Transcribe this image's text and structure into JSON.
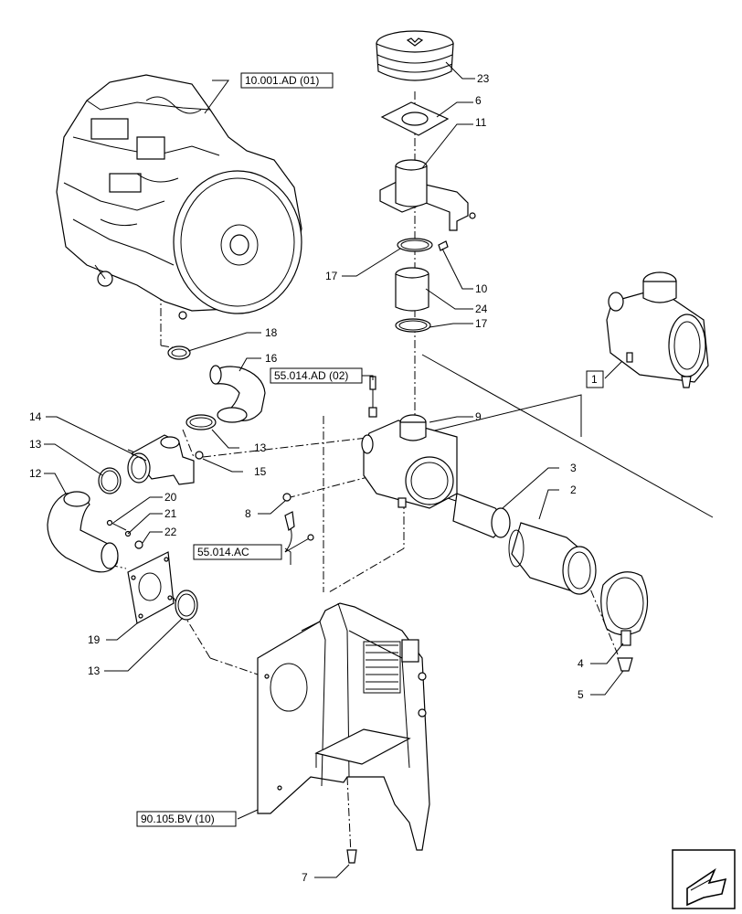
{
  "callouts": {
    "c23": "23",
    "c6": "6",
    "c11": "11",
    "c17a": "17",
    "c10": "10",
    "c24": "24",
    "c17b": "17",
    "c18": "18",
    "c16": "16",
    "c9": "9",
    "c14": "14",
    "c13a": "13",
    "c13b": "13",
    "c15": "15",
    "c12": "12",
    "c20": "20",
    "c21": "21",
    "c22": "22",
    "c8": "8",
    "c3": "3",
    "c2": "2",
    "c19": "19",
    "c13c": "13",
    "c4": "4",
    "c5": "5",
    "c7": "7",
    "c1": "1"
  },
  "references": {
    "engine": "10.001.AD (01)",
    "sensor": "55.014.AD (02)",
    "harness": "55.014.AC",
    "frame": "90.105.BV (10)"
  },
  "icons": {
    "navigation": "arrow-icon"
  }
}
